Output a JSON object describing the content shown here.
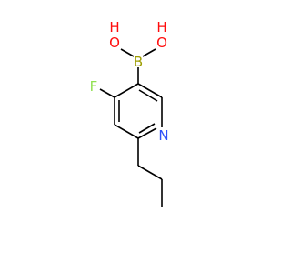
{
  "molecule": {
    "atoms": [
      {
        "id": "B",
        "symbol": "B",
        "color": "#9d9d00"
      },
      {
        "id": "O1",
        "symbol": "O",
        "h": "H",
        "color": "#ff0d0d"
      },
      {
        "id": "O2",
        "symbol": "O",
        "h": "H",
        "color": "#ff0d0d"
      },
      {
        "id": "F",
        "symbol": "F",
        "color": "#90e050"
      },
      {
        "id": "N",
        "symbol": "N",
        "color": "#3050f8"
      }
    ]
  }
}
